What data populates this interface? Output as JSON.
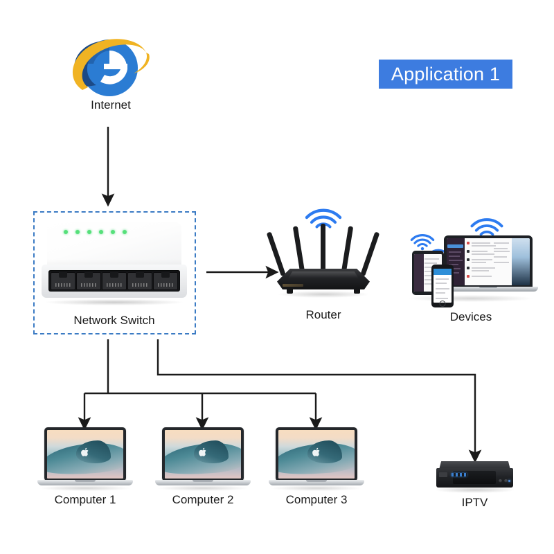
{
  "badge": {
    "label": "Application 1",
    "color": "#3d7ce0"
  },
  "theme": {
    "wire_color": "#1a1a1a",
    "dashed_box_color": "#3b7bc4",
    "wifi_color": "#2d7bf0",
    "led_color": "#56e07a",
    "label_color": "#1a1a1a"
  },
  "nodes": {
    "internet": {
      "label": "Internet",
      "icon": "internet-explorer-icon"
    },
    "switch": {
      "label": "Network Switch",
      "icon": "network-switch-icon",
      "ports": 5,
      "leds": 6
    },
    "router": {
      "label": "Router",
      "icon": "wifi-router-icon",
      "antennas": 5
    },
    "devices": {
      "label": "Devices",
      "icon": "devices-group-icon"
    },
    "computer1": {
      "label": "Computer 1",
      "icon": "laptop-icon"
    },
    "computer2": {
      "label": "Computer 2",
      "icon": "laptop-icon"
    },
    "computer3": {
      "label": "Computer 3",
      "icon": "laptop-icon"
    },
    "iptv": {
      "label": "IPTV",
      "icon": "set-top-box-icon"
    }
  },
  "connections": [
    {
      "from": "internet",
      "to": "switch",
      "style": "arrow-down"
    },
    {
      "from": "switch",
      "to": "router",
      "style": "arrow-right"
    },
    {
      "from": "switch",
      "to": "computer1",
      "style": "elbow-arrow-down"
    },
    {
      "from": "switch",
      "to": "computer2",
      "style": "elbow-arrow-down"
    },
    {
      "from": "switch",
      "to": "computer3",
      "style": "elbow-arrow-down"
    },
    {
      "from": "switch",
      "to": "iptv",
      "style": "elbow-arrow-down"
    }
  ],
  "wifi_sources": [
    "router",
    "devices-laptop",
    "devices-tablet",
    "devices-phone"
  ]
}
